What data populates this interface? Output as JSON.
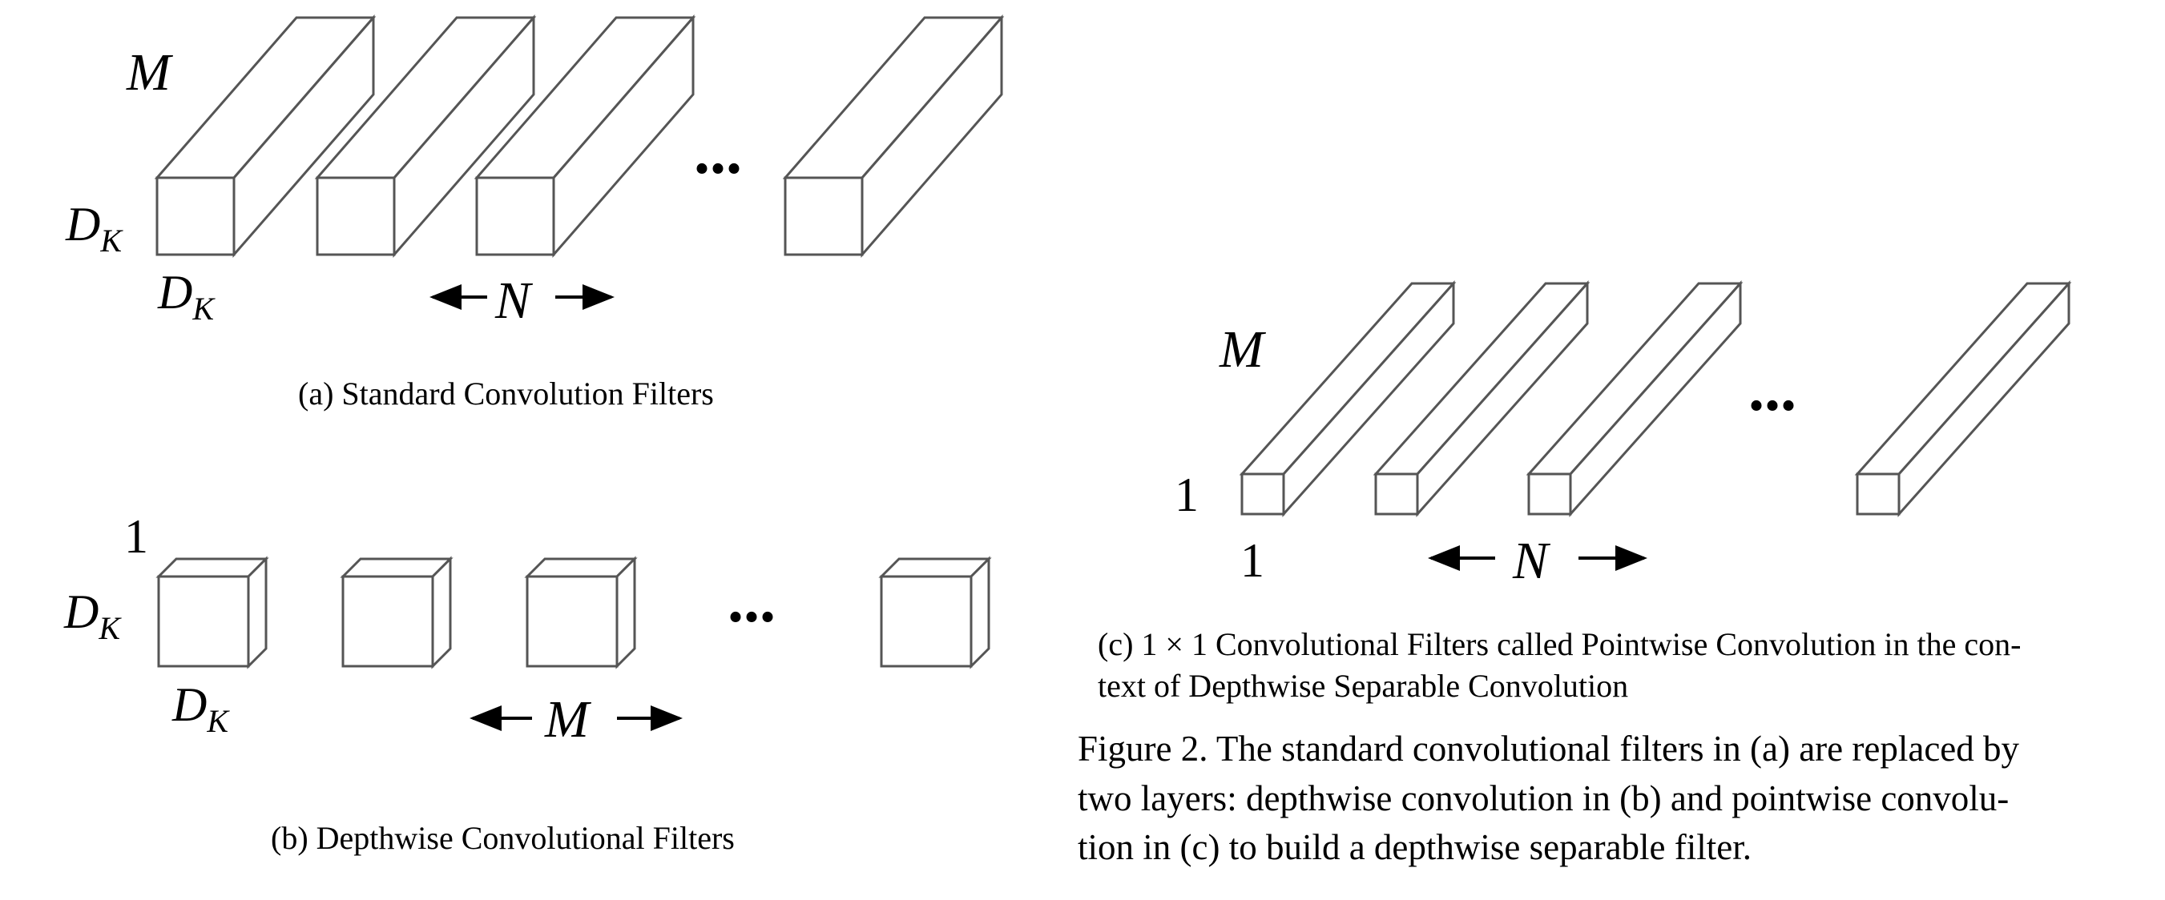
{
  "panel_a": {
    "depth_label": "M",
    "side_label_main": "D",
    "side_label_sub": "K",
    "bottom_label_main": "D",
    "bottom_label_sub": "K",
    "count_label": "N",
    "ellipsis": "...",
    "caption": "(a)  Standard Convolution Filters"
  },
  "panel_b": {
    "depth_label": "1",
    "side_label_main": "D",
    "side_label_sub": "K",
    "bottom_label_main": "D",
    "bottom_label_sub": "K",
    "count_label": "M",
    "ellipsis": "...",
    "caption": "(b)  Depthwise Convolutional Filters"
  },
  "panel_c": {
    "depth_label": "M",
    "side_label": "1",
    "bottom_label": "1",
    "count_label": "N",
    "ellipsis": "...",
    "caption_line1": "(c)  1 × 1 Convolutional Filters called Pointwise Convolution in the con-",
    "caption_line2": "text of Depthwise Separable Convolution"
  },
  "figure_caption": {
    "line1": "Figure 2. The standard convolutional filters in (a) are replaced by",
    "line2": "two layers:  depthwise convolution in (b) and pointwise convolu-",
    "line3": "tion in (c) to build a depthwise separable filter."
  }
}
